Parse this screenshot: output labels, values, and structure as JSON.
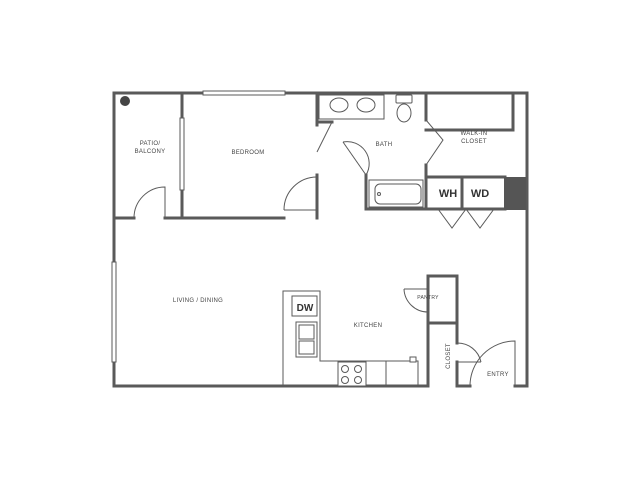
{
  "rooms": {
    "patio": [
      "PATIO/",
      "BALCONY"
    ],
    "bedroom": "BEDROOM",
    "bath": "BATH",
    "walk_in_closet": [
      "WALK-IN",
      "CLOSET"
    ],
    "living_dining": "LIVING / DINING",
    "kitchen": "KITCHEN",
    "pantry": "PANTRY",
    "closet": "CLOSET",
    "entry": "ENTRY"
  },
  "appliances": {
    "water_heater": "WH",
    "washer_dryer": "WD",
    "dishwasher": "DW"
  },
  "colors": {
    "wall": "#5a5a5a",
    "column_fill": "#555555",
    "background": "#ffffff"
  },
  "icons": [
    "sink-icon",
    "toilet-icon",
    "bathtub-icon",
    "stove-icon",
    "kitchen-sink-icon",
    "door-swing-icon"
  ]
}
